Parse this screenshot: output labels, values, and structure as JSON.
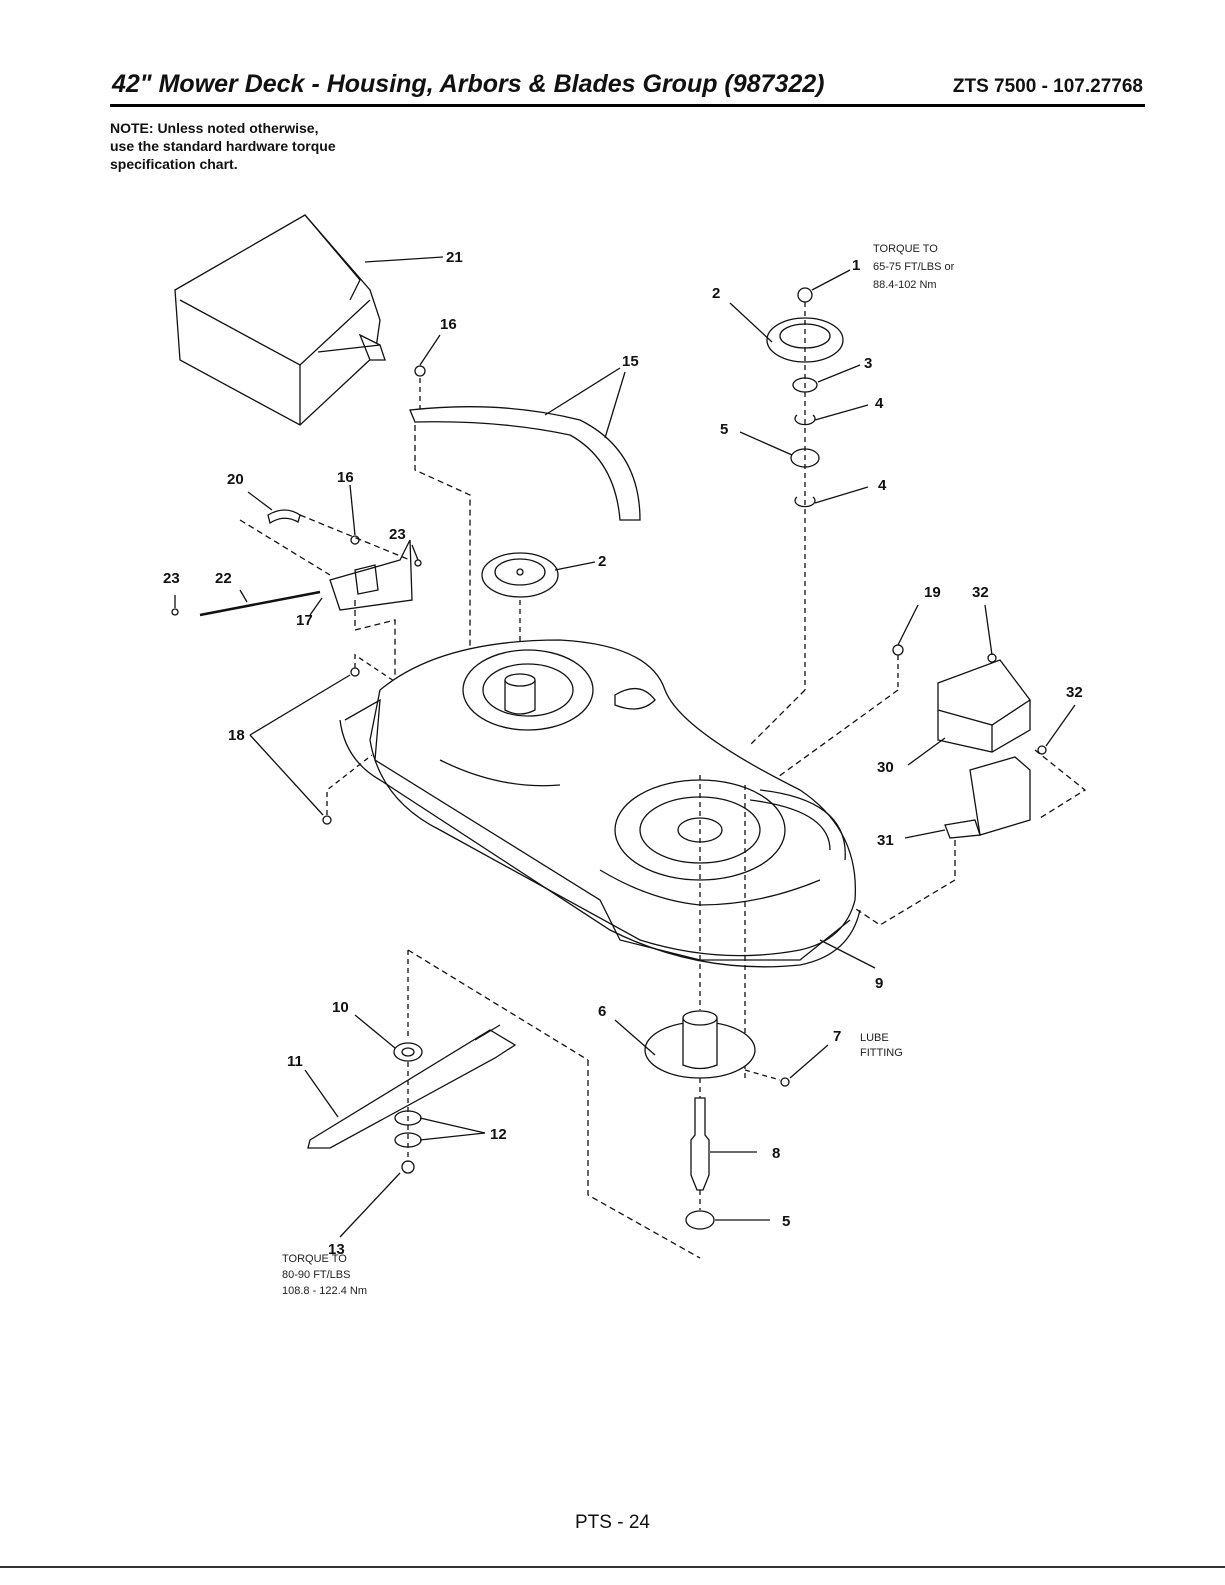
{
  "header": {
    "title": "42\" Mower Deck - Housing, Arbors & Blades Group (987322)",
    "model": "ZTS 7500 - 107.27768"
  },
  "note": "NOTE: Unless noted otherwise,\nuse the standard hardware torque\nspecification chart.",
  "callouts": {
    "c1": "1",
    "c2a": "2",
    "c2b": "2",
    "c3": "3",
    "c4a": "4",
    "c4b": "4",
    "c5a": "5",
    "c5b": "5",
    "c6": "6",
    "c7": "7",
    "c8": "8",
    "c9": "9",
    "c10": "10",
    "c11": "11",
    "c12": "12",
    "c13": "13",
    "c15": "15",
    "c16a": "16",
    "c16b": "16",
    "c17": "17",
    "c18": "18",
    "c19": "19",
    "c20": "20",
    "c21": "21",
    "c22": "22",
    "c23a": "23",
    "c23b": "23",
    "c30": "30",
    "c31": "31",
    "c32a": "32",
    "c32b": "32"
  },
  "annotations": {
    "torque_top": [
      "TORQUE TO",
      "65-75 FT/LBS or",
      "88.4-102 Nm"
    ],
    "torque_bottom": [
      "TORQUE TO",
      "80-90 FT/LBS",
      "108.8 - 122.4 Nm"
    ],
    "lube": [
      "LUBE",
      "FITTING"
    ]
  },
  "footer": {
    "page": "PTS - 24"
  }
}
